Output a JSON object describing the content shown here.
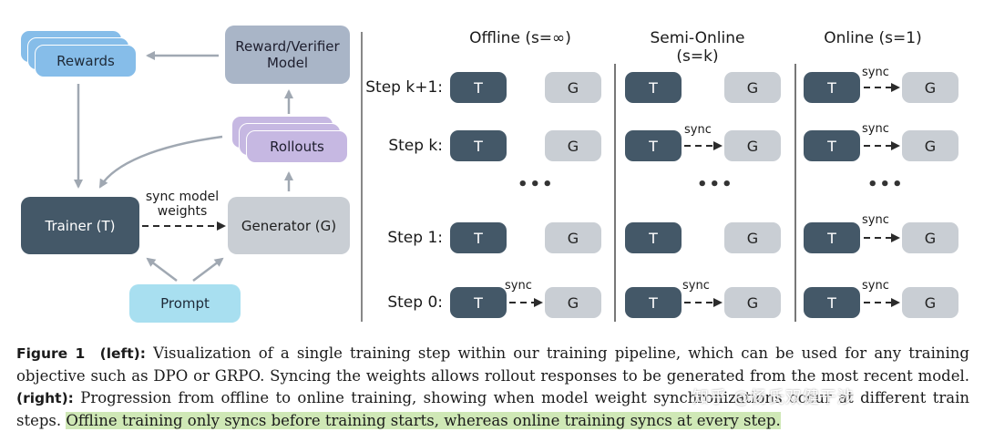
{
  "left_diagram": {
    "rewards": "Rewards",
    "reward_model": "Reward/Verifier\nModel",
    "rollouts": "Rollouts",
    "trainer": "Trainer (T)",
    "generator": "Generator (G)",
    "prompt": "Prompt",
    "sync_label": "sync model\nweights"
  },
  "right_diagram": {
    "columns": [
      "Offline (s=∞)",
      "Semi-Online (s=k)",
      "Online (s=1)"
    ],
    "steps": [
      "Step k+1:",
      "Step k:",
      "Step 1:",
      "Step 0:"
    ],
    "dots": "•••",
    "node_t": "T",
    "node_g": "G",
    "sync": "sync"
  },
  "caption": {
    "fig_label": "Figure 1",
    "left_tag": "(left):",
    "left_text": " Visualization of a single training step within our training pipeline, which can be used for any training objective such as DPO or GRPO. Syncing the weights allows rollout responses to be generated from the most recent model. ",
    "right_tag": "(right):",
    "right_text": " Progression from offline to online training, showing when model weight synchronizations occur at different train steps. ",
    "highlight": "Offline training only syncs before training starts, whereas online training syncs at every step."
  },
  "watermark": "知乎 @杨氏双健干涉",
  "colors": {
    "trainer": "#445868",
    "generator": "#c9ced4",
    "rewards": "#86bde9",
    "rollouts": "#c6b8e2",
    "reward_model": "#a9b5c7",
    "prompt": "#a8dff0",
    "highlight": "#cfe8b6"
  }
}
